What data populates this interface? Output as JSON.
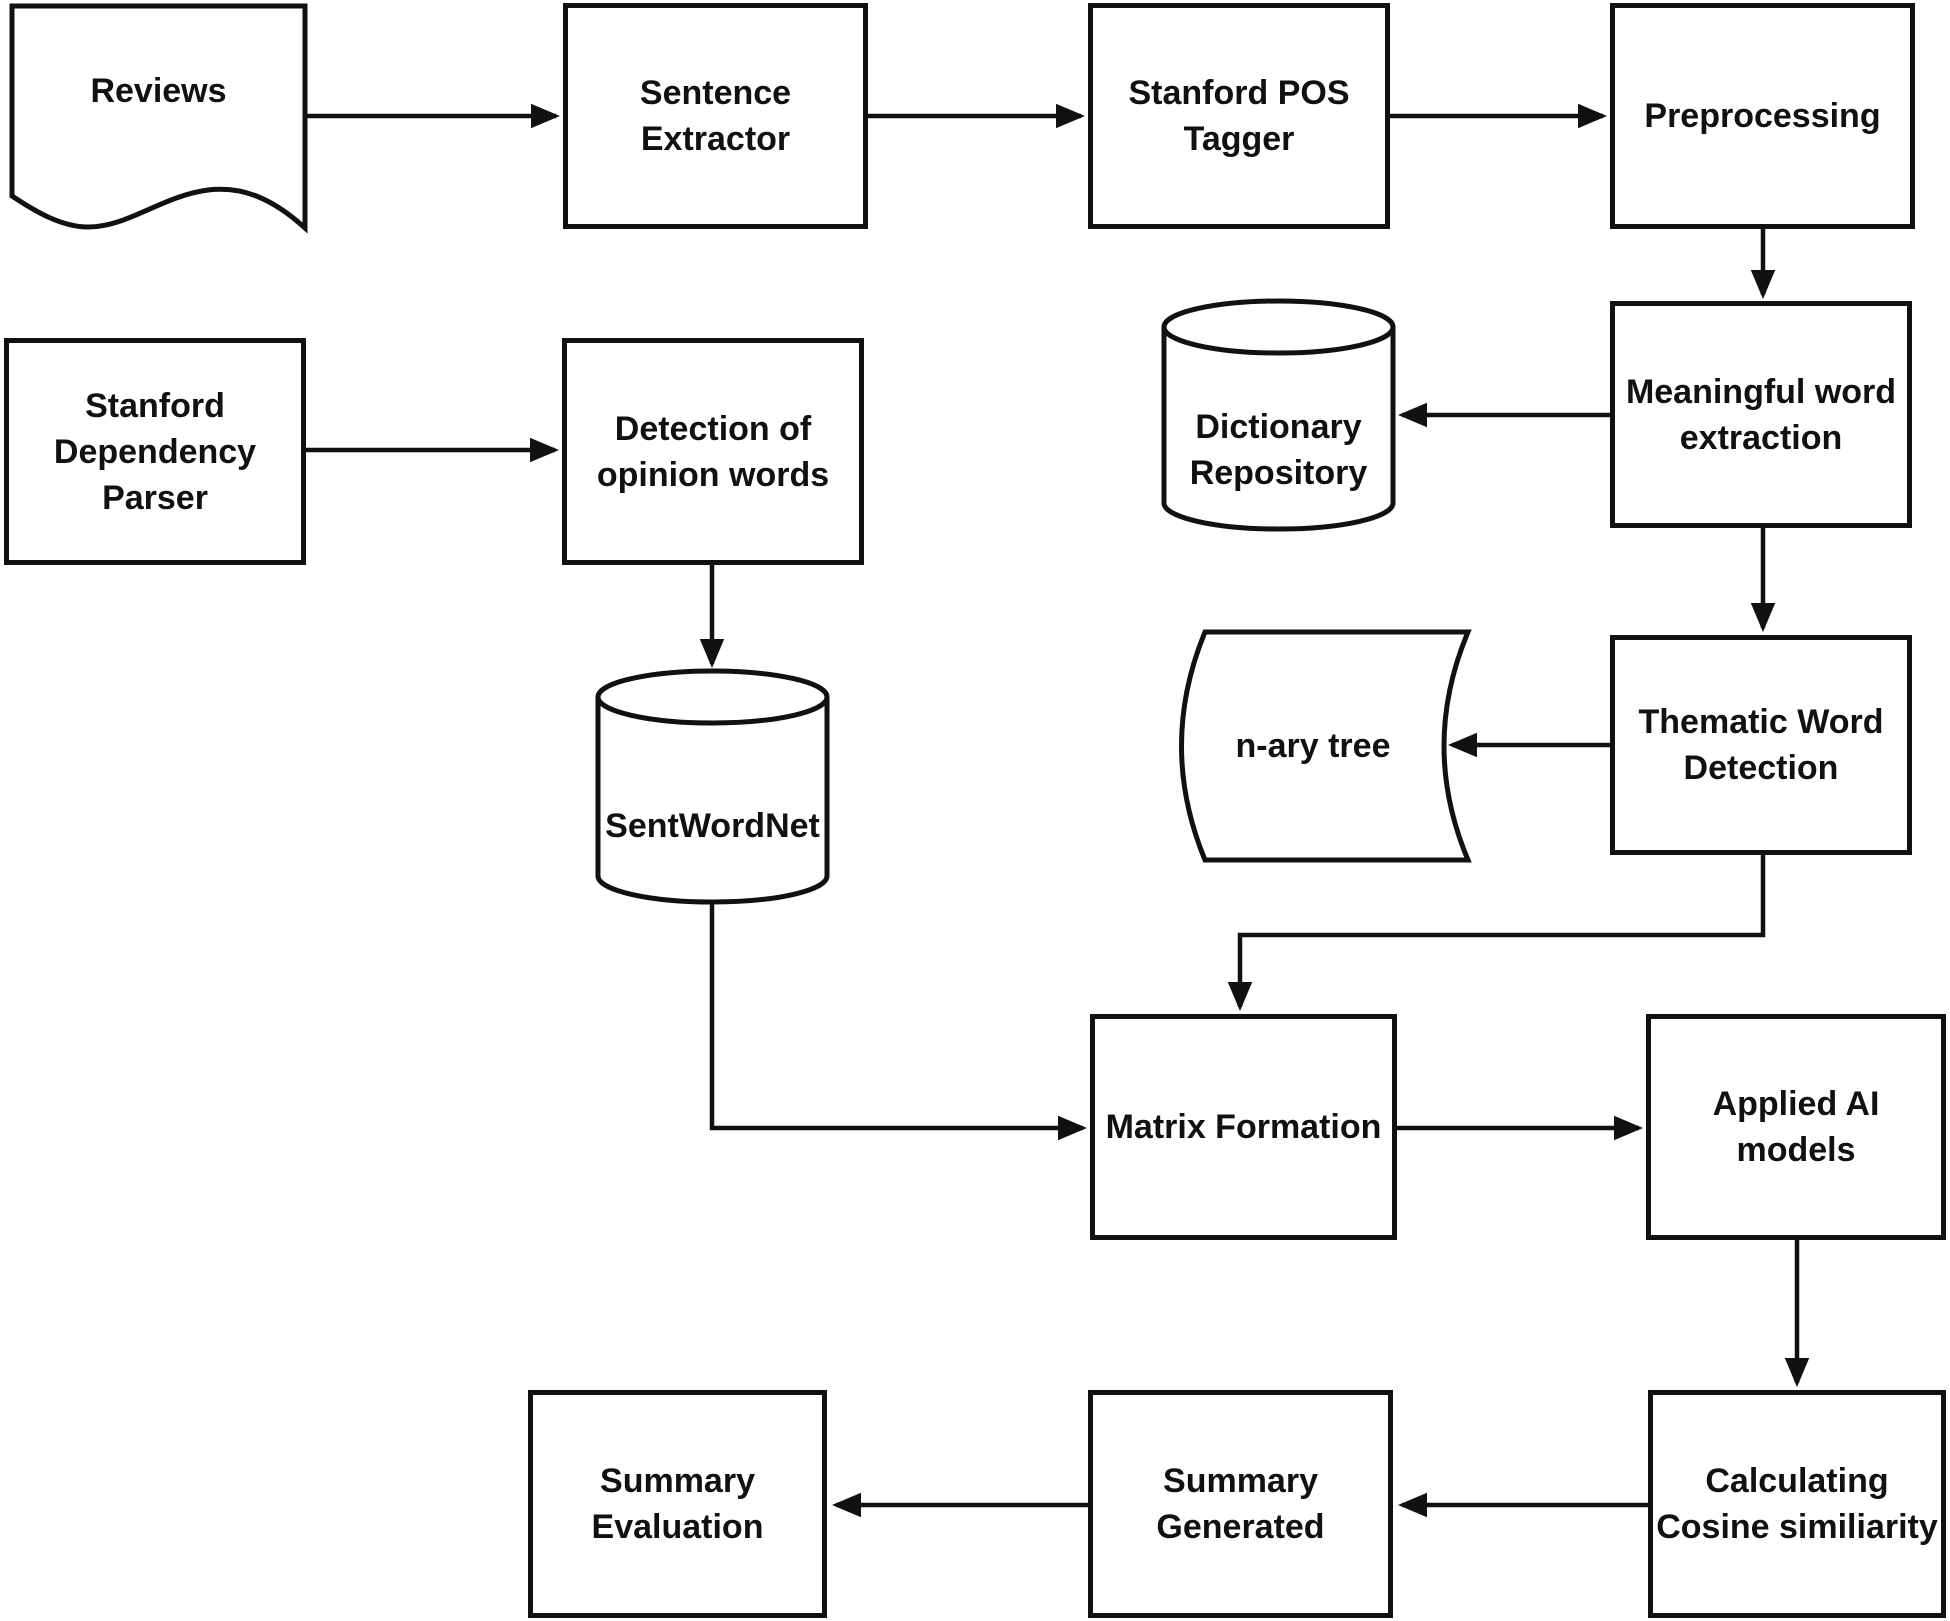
{
  "colors": {
    "background": "#ffffff",
    "stroke": "#111111",
    "text": "#111111",
    "node_fill": "#ffffff"
  },
  "nodes": {
    "reviews": {
      "label": "Reviews",
      "shape": "document",
      "lines": [
        "Reviews"
      ]
    },
    "sentence_extractor": {
      "label": "Sentence Extractor",
      "shape": "process",
      "lines": [
        "Sentence",
        "Extractor"
      ]
    },
    "stanford_pos_tagger": {
      "label": "Stanford POS Tagger",
      "shape": "process",
      "lines": [
        "Stanford POS",
        "Tagger"
      ]
    },
    "preprocessing": {
      "label": "Preprocessing",
      "shape": "process",
      "lines": [
        "Preprocessing"
      ]
    },
    "stanford_dependency_parser": {
      "label": "Stanford Dependency Parser",
      "shape": "process",
      "lines": [
        "Stanford",
        "Dependency",
        "Parser"
      ]
    },
    "detection_of_opinion_words": {
      "label": "Detection of opinion words",
      "shape": "process",
      "lines": [
        "Detection of",
        "opinion words"
      ]
    },
    "dictionary_repository": {
      "label": "Dictionary Repository",
      "shape": "database-cylinder",
      "lines": [
        "Dictionary",
        "Repository"
      ]
    },
    "meaningful_word_extraction": {
      "label": "Meaningful word extraction",
      "shape": "process",
      "lines": [
        "Meaningful word",
        "extraction"
      ]
    },
    "sentwordnet": {
      "label": "SentWordNet",
      "shape": "database-cylinder",
      "lines": [
        "SentWordNet"
      ]
    },
    "nary_tree": {
      "label": "n-ary tree",
      "shape": "stored-data",
      "lines": [
        "n-ary tree"
      ]
    },
    "thematic_word_detection": {
      "label": "Thematic Word Detection",
      "shape": "process",
      "lines": [
        "Thematic Word",
        "Detection"
      ]
    },
    "matrix_formation": {
      "label": "Matrix Formation",
      "shape": "process",
      "lines": [
        "Matrix Formation"
      ]
    },
    "applied_ai_models": {
      "label": "Applied AI models",
      "shape": "process",
      "lines": [
        "Applied AI",
        "models"
      ]
    },
    "summary_evaluation": {
      "label": "Summary Evaluation",
      "shape": "process",
      "lines": [
        "Summary",
        "Evaluation"
      ]
    },
    "summary_generated": {
      "label": "Summary Generated",
      "shape": "process",
      "lines": [
        "Summary",
        "Generated"
      ]
    },
    "calculating_cosine_similiarity": {
      "label": "Calculating Cosine similiarity",
      "shape": "process",
      "lines": [
        "Calculating",
        "Cosine similiarity"
      ]
    }
  },
  "edges": [
    {
      "from": "Reviews",
      "to": "Sentence Extractor"
    },
    {
      "from": "Sentence Extractor",
      "to": "Stanford POS Tagger"
    },
    {
      "from": "Stanford POS Tagger",
      "to": "Preprocessing"
    },
    {
      "from": "Preprocessing",
      "to": "Meaningful word extraction"
    },
    {
      "from": "Stanford Dependency Parser",
      "to": "Detection of opinion words"
    },
    {
      "from": "Meaningful word extraction",
      "to": "Dictionary Repository"
    },
    {
      "from": "Meaningful word extraction",
      "to": "Thematic Word Detection"
    },
    {
      "from": "Detection of opinion words",
      "to": "SentWordNet"
    },
    {
      "from": "Thematic Word Detection",
      "to": "n-ary tree"
    },
    {
      "from": "Thematic Word Detection",
      "to": "Matrix Formation"
    },
    {
      "from": "SentWordNet",
      "to": "Matrix Formation"
    },
    {
      "from": "Matrix Formation",
      "to": "Applied AI models"
    },
    {
      "from": "Applied AI models",
      "to": "Calculating Cosine similiarity"
    },
    {
      "from": "Calculating Cosine similiarity",
      "to": "Summary Generated"
    },
    {
      "from": "Summary Generated",
      "to": "Summary Evaluation"
    }
  ]
}
